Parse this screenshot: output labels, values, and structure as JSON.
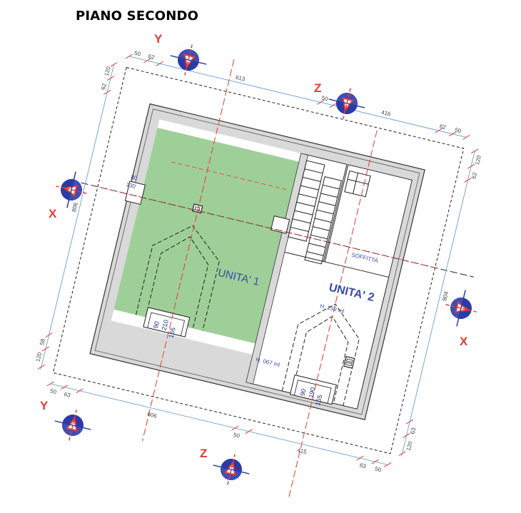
{
  "title": "PIANO SECONDO",
  "units": {
    "unit1": "UNITA' 1",
    "unit2": "UNITA' 2"
  },
  "rooms": {
    "soffitta": "SOFFITTA"
  },
  "heights": {
    "h1": "H. 259 ml",
    "h2": "H. 067 ml"
  },
  "section_marks": {
    "y_top": "Y",
    "z_top": "Z",
    "x_left": "X",
    "x_right": "X",
    "y_bottom": "Y",
    "z_bottom": "Z"
  },
  "dimensions": {
    "top": [
      "50",
      "62",
      "613",
      "50",
      "416",
      "62",
      "50"
    ],
    "left": [
      "120",
      "62",
      "806",
      "58",
      "120"
    ],
    "right": [
      "120",
      "62",
      "804",
      "63",
      "120"
    ],
    "bottom": [
      "50",
      "63",
      "606",
      "50",
      "415",
      "63",
      "50"
    ],
    "wall_left": [
      "80",
      "130"
    ]
  },
  "openings": {
    "unit1_window": [
      "90",
      "210",
      "165"
    ],
    "unit2_window": [
      "90",
      "190",
      "165"
    ]
  },
  "colors": {
    "floor_unit1": "#9fcf98",
    "section_red": "#e53b2f",
    "section_blue": "#2a3aa6",
    "wall": "#d9d9d9"
  }
}
